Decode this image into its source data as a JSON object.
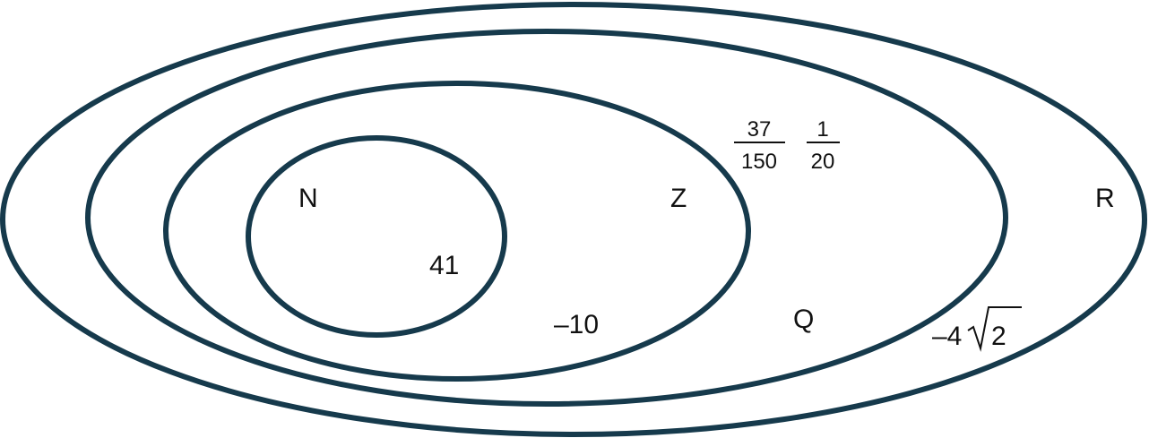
{
  "sets": {
    "naturals": "N",
    "integers": "Z",
    "rationals": "Q",
    "reals": "R"
  },
  "members": {
    "forty_one": "41",
    "neg_ten": "–10",
    "frac1": {
      "num": "37",
      "den": "150"
    },
    "frac2": {
      "num": "1",
      "den": "20"
    },
    "neg_four_sqrt_two": {
      "coef": "–4",
      "radicand": "2"
    }
  },
  "colors": {
    "outline": "#163a4c",
    "text": "#111111"
  }
}
